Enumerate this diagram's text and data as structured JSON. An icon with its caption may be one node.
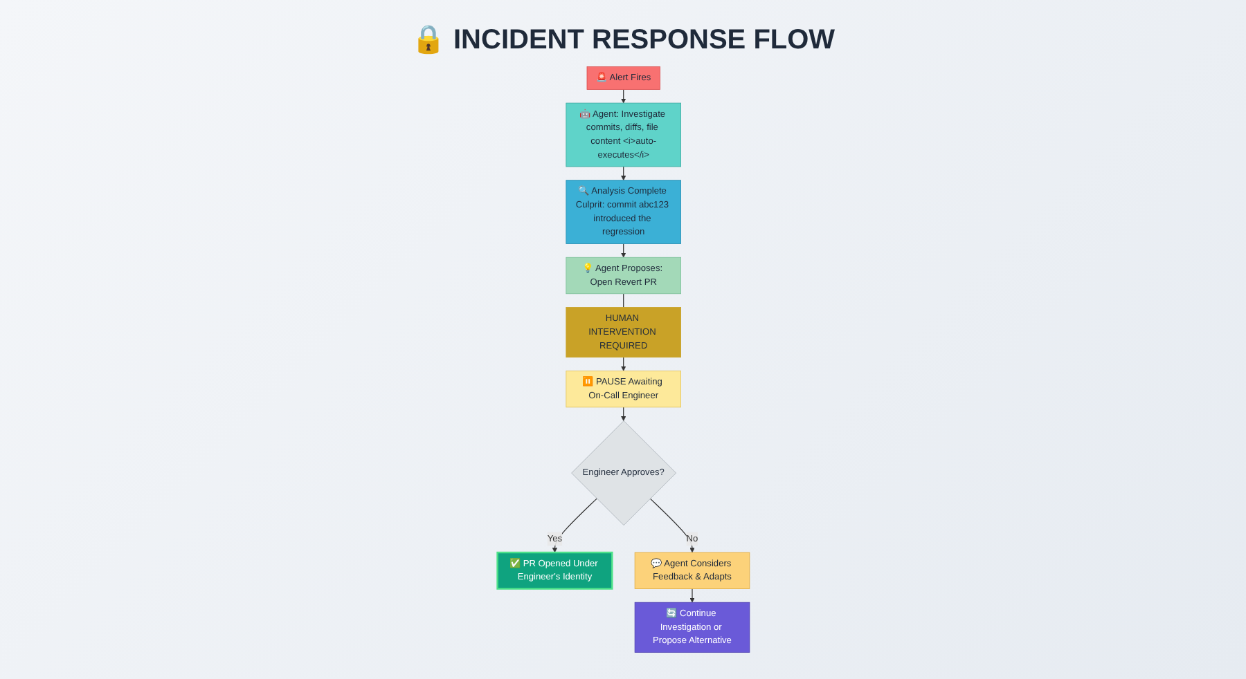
{
  "diagram": {
    "title": "🔒 INCIDENT RESPONSE FLOW",
    "nodes": [
      {
        "text": [
          "🚨 Alert Fires"
        ]
      },
      {
        "text": [
          "🤖 Agent: Investigate commits, diffs, file content <i>auto-executes</i>"
        ]
      },
      {
        "text": [
          "🔍 Analysis Complete Culprit: commit abc123 introduced the regression"
        ]
      },
      {
        "text": [
          "💡 Agent Proposes: Open Revert PR"
        ]
      },
      {
        "text": [
          "HUMAN INTERVENTION REQUIRED"
        ]
      },
      {
        "text": [
          "⏸️ PAUSE Awaiting On-Call Engineer"
        ]
      },
      {
        "text": [
          "Engineer Approves?"
        ]
      },
      {
        "text": [
          "✅ PR Opened Under Engineer's Identity"
        ]
      },
      {
        "text": [
          "💬 Agent Considers Feedback & Adapts"
        ]
      },
      {
        "text": [
          "🔄 Continue Investigation or Propose Alternative"
        ]
      }
    ],
    "edges": [
      {
        "from": 0,
        "to": 1,
        "arrow": "to"
      },
      {
        "from": 1,
        "to": 2,
        "arrow": "to"
      },
      {
        "from": 2,
        "to": 3,
        "arrow": "to"
      },
      {
        "from": 3,
        "to": 4,
        "arrow": "none"
      },
      {
        "from": 4,
        "to": 5,
        "arrow": "to"
      },
      {
        "from": 5,
        "to": 6,
        "arrow": "to"
      },
      {
        "from": 6,
        "to": 8,
        "label": "No",
        "arrow": "to"
      },
      {
        "from": 6,
        "to": 7,
        "label": "Yes",
        "arrow": "to"
      },
      {
        "from": 8,
        "to": 9,
        "arrow": "to"
      }
    ]
  }
}
